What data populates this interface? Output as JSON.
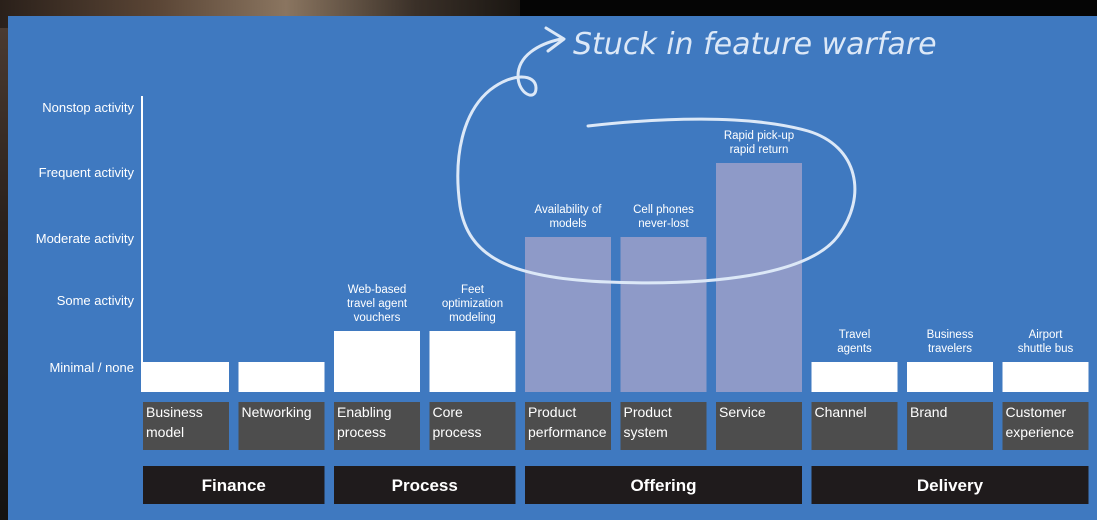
{
  "chart_data": {
    "type": "bar",
    "y_levels": [
      "Minimal / none",
      "Some activity",
      "Moderate activity",
      "Frequent activity",
      "Nonstop activity"
    ],
    "categories": [
      {
        "label": [
          "Business",
          "model"
        ],
        "value": 0.5,
        "bar_label": [],
        "highlight": false
      },
      {
        "label": [
          "Networking"
        ],
        "value": 0.5,
        "bar_label": [],
        "highlight": false
      },
      {
        "label": [
          "Enabling",
          "process"
        ],
        "value": 1.0,
        "bar_label": [
          "Web-based",
          "travel agent",
          "vouchers"
        ],
        "highlight": false
      },
      {
        "label": [
          "Core",
          "process"
        ],
        "value": 1.0,
        "bar_label": [
          "Feet",
          "optimization",
          "modeling"
        ],
        "highlight": false
      },
      {
        "label": [
          "Product",
          "performance"
        ],
        "value": 2.5,
        "bar_label": [
          "Availability of",
          "models"
        ],
        "highlight": true
      },
      {
        "label": [
          "Product",
          "system"
        ],
        "value": 2.5,
        "bar_label": [
          "Cell phones",
          "never-lost"
        ],
        "highlight": true
      },
      {
        "label": [
          "Service"
        ],
        "value": 3.5,
        "bar_label": [
          "Rapid pick-up",
          "rapid return"
        ],
        "highlight": true
      },
      {
        "label": [
          "Channel"
        ],
        "value": 0.5,
        "bar_label": [
          "Travel",
          "agents"
        ],
        "highlight": false
      },
      {
        "label": [
          "Brand"
        ],
        "value": 0.5,
        "bar_label": [
          "Business",
          "travelers"
        ],
        "highlight": false
      },
      {
        "label": [
          "Customer",
          "experience"
        ],
        "value": 0.5,
        "bar_label": [
          "Airport",
          "shuttle bus"
        ],
        "highlight": false
      }
    ],
    "groups": [
      {
        "label": "Finance",
        "start": 0,
        "end": 1
      },
      {
        "label": "Process",
        "start": 2,
        "end": 3
      },
      {
        "label": "Offering",
        "start": 4,
        "end": 6
      },
      {
        "label": "Delivery",
        "start": 7,
        "end": 9
      }
    ],
    "annotation": "Stuck in feature warfare",
    "colors": {
      "background": "#3f79c0",
      "bar": "#ffffff",
      "bar_highlight": "#8e9ac8",
      "category_box": "#4d4d4d",
      "group_box": "#1f1b1c",
      "annotation": "#dce8f7"
    }
  }
}
